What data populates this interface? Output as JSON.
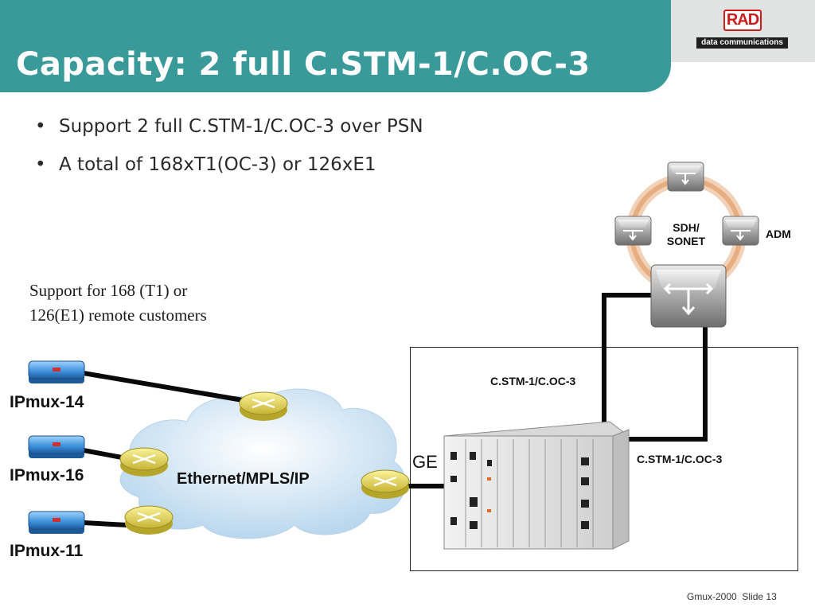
{
  "slide": {
    "title": "Capacity: 2 full C.STM-1/C.OC-3",
    "logo": {
      "mark": "RAD",
      "subtitle": "data communications"
    },
    "bullets": [
      "Support 2 full C.STM-1/C.OC-3 over PSN",
      "A total of 168xT1(OC-3) or 126xE1"
    ],
    "note_lines": [
      "Support for 168 (T1) or",
      "126(E1) remote customers"
    ],
    "footer": {
      "product": "Gmux-2000",
      "slide": "Slide 13"
    }
  },
  "diagram": {
    "ring_label": [
      "SDH/",
      "SONET"
    ],
    "adm_label": "ADM",
    "cloud_label": "Ethernet/MPLS/IP",
    "ge_label": "GE",
    "link_labels": [
      "C.STM-1/C.OC-3",
      "C.STM-1/C.OC-3"
    ],
    "remote_devices": [
      "IPmux-14",
      "IPmux-16",
      "IPmux-11"
    ],
    "colors": {
      "header": "#3a9a9a",
      "logo_red": "#cc1d1d",
      "router_yellow": "#e8d84a",
      "modem_blue": "#3b8ed8",
      "ring": "#e8b38a",
      "cloud": "#cfe4f3"
    }
  }
}
